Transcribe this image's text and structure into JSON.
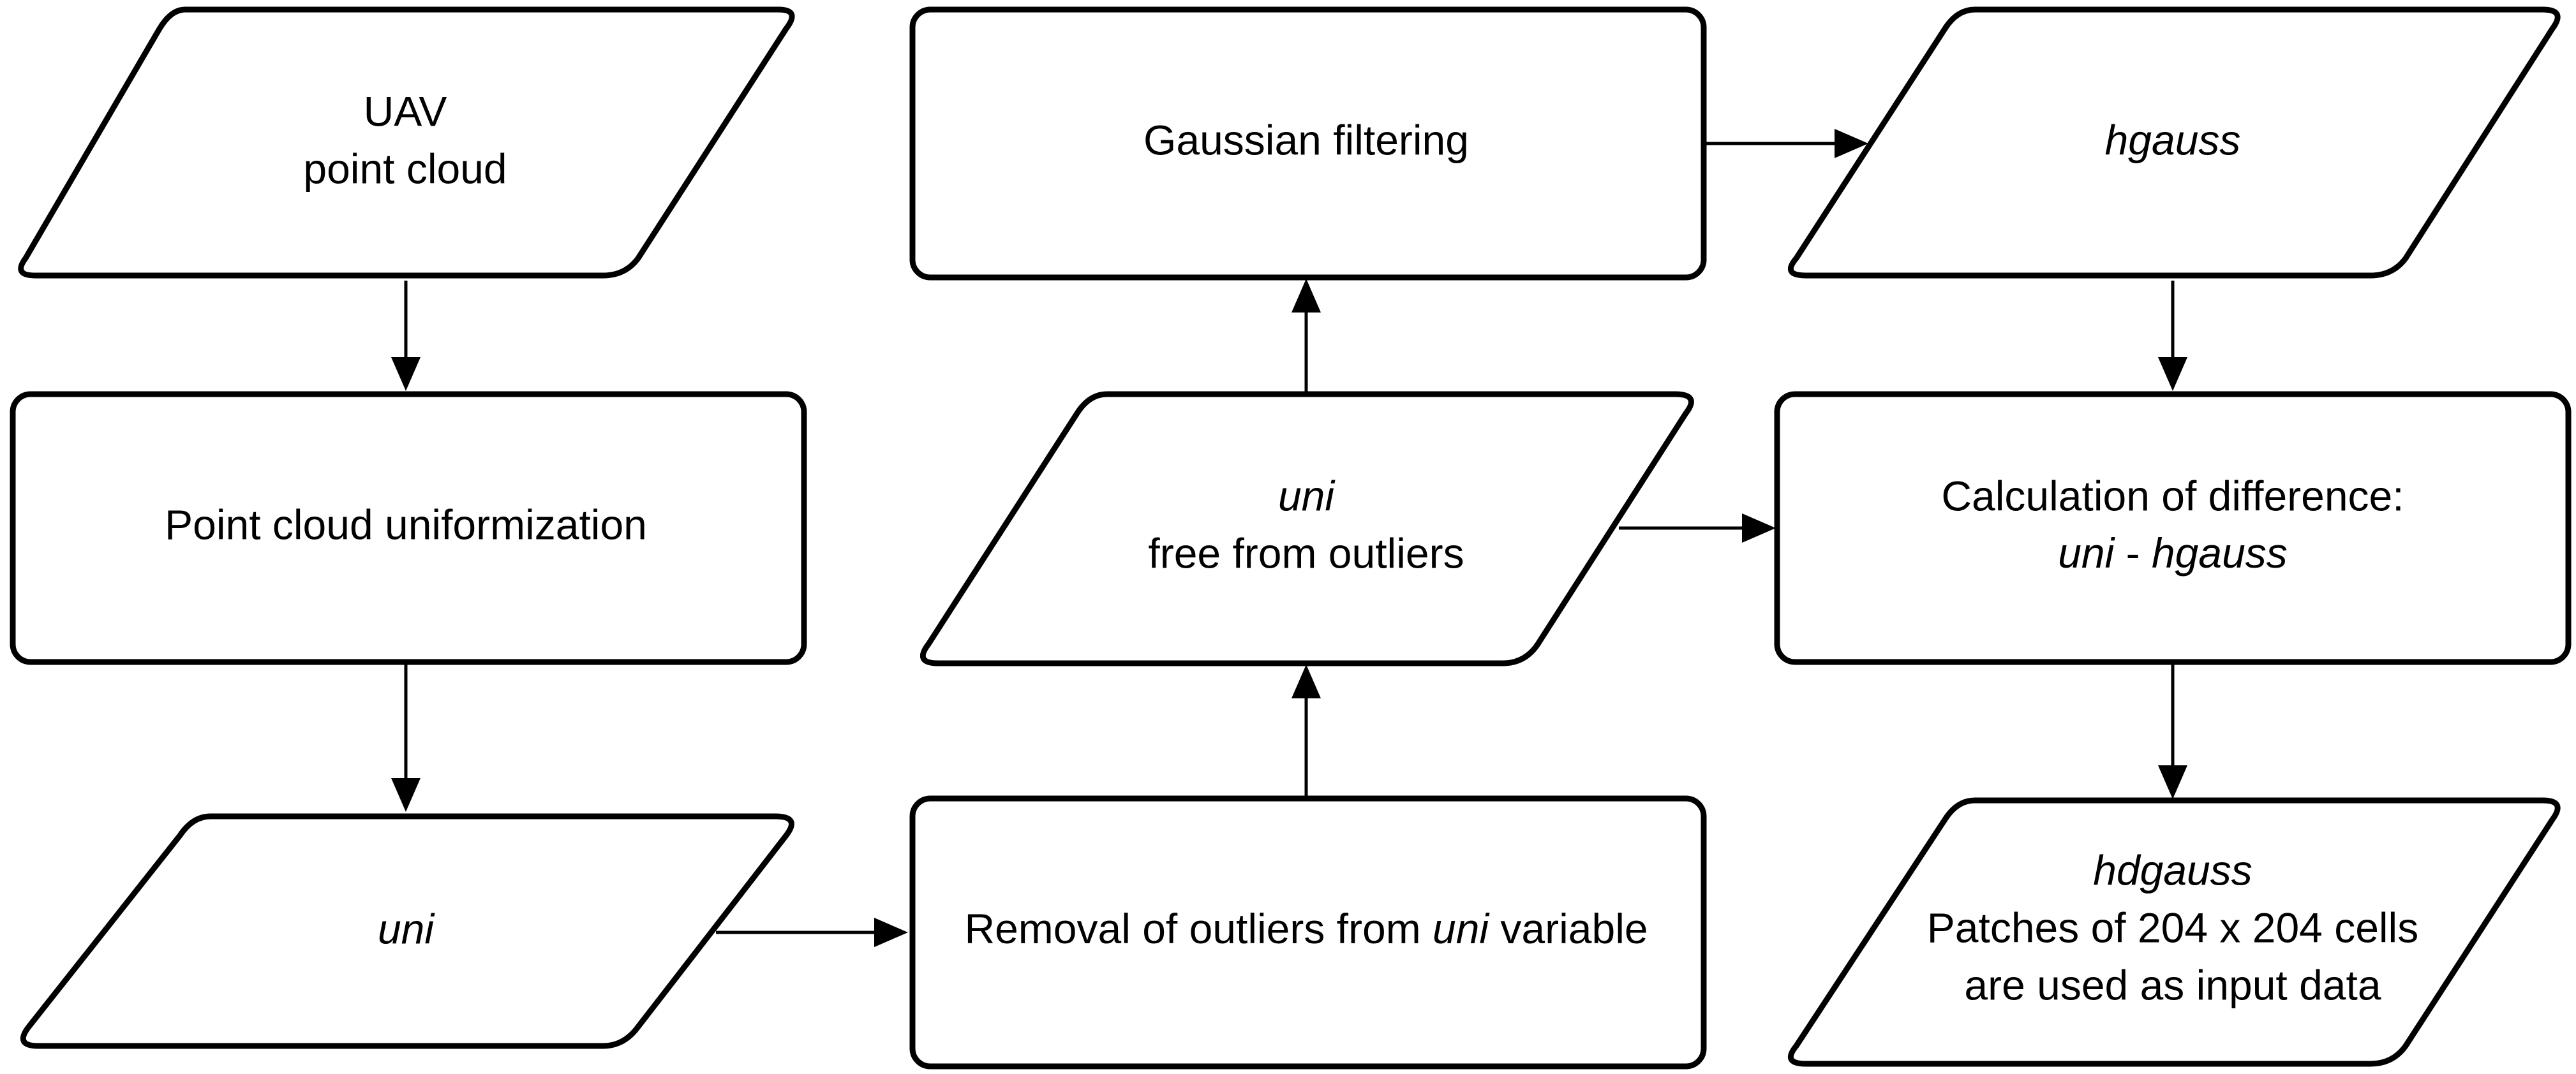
{
  "nodes": {
    "uav_point_cloud": {
      "line1": "UAV",
      "line2": "point cloud"
    },
    "uniformization": {
      "text": "Point cloud uniformization"
    },
    "uni": {
      "text": "uni"
    },
    "removal": {
      "prefix": "Removal of outliers from ",
      "var": "uni",
      "suffix": " variable"
    },
    "uni_free": {
      "line1": "uni",
      "line2": "free from outliers"
    },
    "gaussian": {
      "text": "Gaussian filtering"
    },
    "hgauss": {
      "text": "hgauss"
    },
    "difference": {
      "line1": "Calculation of difference:",
      "line2_a": "uni",
      "line2_sep": " - ",
      "line2_b": "hgauss"
    },
    "hdgauss": {
      "line1": "hdgauss",
      "line2": "Patches of 204 x 204 cells",
      "line3": "are used as input data"
    }
  }
}
